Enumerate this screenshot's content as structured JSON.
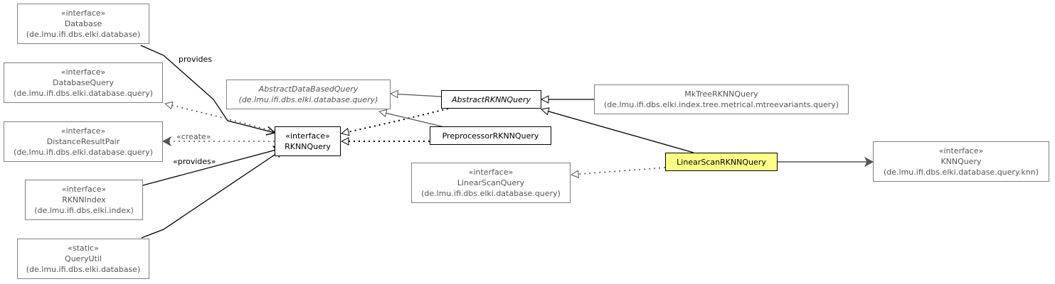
{
  "colors": {
    "focus_fill": "#ffff88",
    "external_border": "#808080",
    "external_text": "#555555",
    "local_border": "#000000",
    "edge_grey": "#555555",
    "edge_black": "#000000"
  },
  "nodes": {
    "database": {
      "stereotype": "«interface»",
      "name": "Database",
      "package": "(de.lmu.ifi.dbs.elki.database)"
    },
    "database_query": {
      "stereotype": "«interface»",
      "name": "DatabaseQuery",
      "package": "(de.lmu.ifi.dbs.elki.database.query)"
    },
    "distance_result_pair": {
      "stereotype": "«interface»",
      "name": "DistanceResultPair",
      "package": "(de.lmu.ifi.dbs.elki.database.query)"
    },
    "rknn_index": {
      "stereotype": "«interface»",
      "name": "RKNNIndex",
      "package": "(de.lmu.ifi.dbs.elki.index)"
    },
    "query_util": {
      "stereotype": "«static»",
      "name": "QueryUtil",
      "package": "(de.lmu.ifi.dbs.elki.database)"
    },
    "rknn_query": {
      "stereotype": "«interface»",
      "name": "RKNNQuery"
    },
    "abstract_data_based_query": {
      "name": "AbstractDataBasedQuery",
      "package": "(de.lmu.ifi.dbs.elki.database.query)"
    },
    "abstract_rknn_query": {
      "name": "AbstractRKNNQuery"
    },
    "preprocessor_rknn_query": {
      "name": "PreprocessorRKNNQuery"
    },
    "linear_scan_query": {
      "stereotype": "«interface»",
      "name": "LinearScanQuery",
      "package": "(de.lmu.ifi.dbs.elki.database.query)"
    },
    "mktree_rknn_query": {
      "name": "MkTreeRKNNQuery",
      "package": "(de.lmu.ifi.dbs.elki.index.tree.metrical.mtreevariants.query)"
    },
    "linear_scan_rknn_query": {
      "name": "LinearScanRKNNQuery"
    },
    "knn_query": {
      "stereotype": "«interface»",
      "name": "KNNQuery",
      "package": "(de.lmu.ifi.dbs.elki.database.query.knn)"
    }
  },
  "edge_labels": {
    "provides": "provides",
    "create": "«create»",
    "provides_stereo": "«provides»"
  }
}
